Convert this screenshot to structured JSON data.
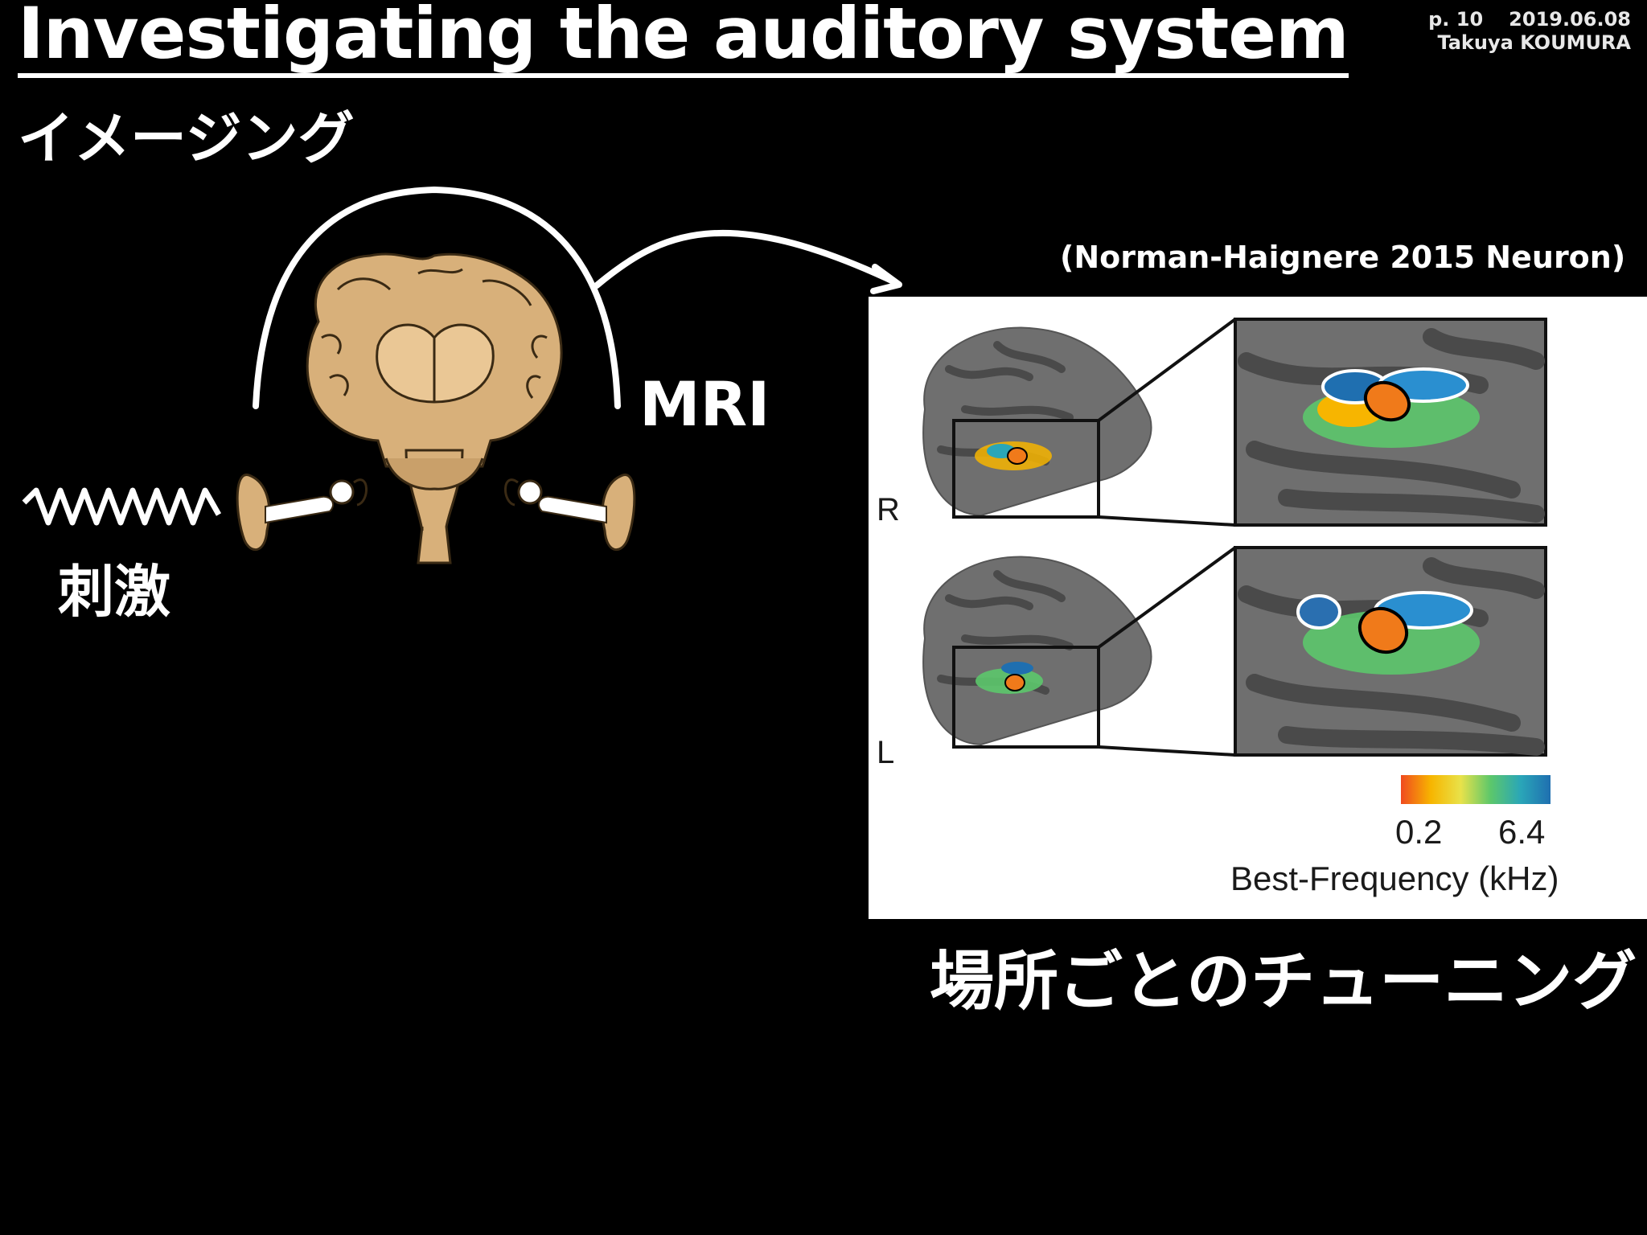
{
  "slide": {
    "title": "Investigating the auditory system",
    "subtitle": "イメージング",
    "page": "p. 10",
    "date": "2019.06.08",
    "author": "Takuya KOUMURA"
  },
  "diagram": {
    "mri_label": "MRI",
    "stimulus_label": "刺激"
  },
  "figure": {
    "citation": "(Norman-Haignere 2015 Neuron)",
    "row_labels": [
      "R",
      "L"
    ],
    "colorbar": {
      "min_label": "0.2",
      "max_label": "6.4",
      "title": "Best-Frequency (kHz)",
      "colors": [
        "#f04a1f",
        "#f7b500",
        "#e8e24a",
        "#5cc76b",
        "#2aa6b8",
        "#1f6fb0"
      ]
    },
    "caption": "場所ごとのチューニング"
  }
}
